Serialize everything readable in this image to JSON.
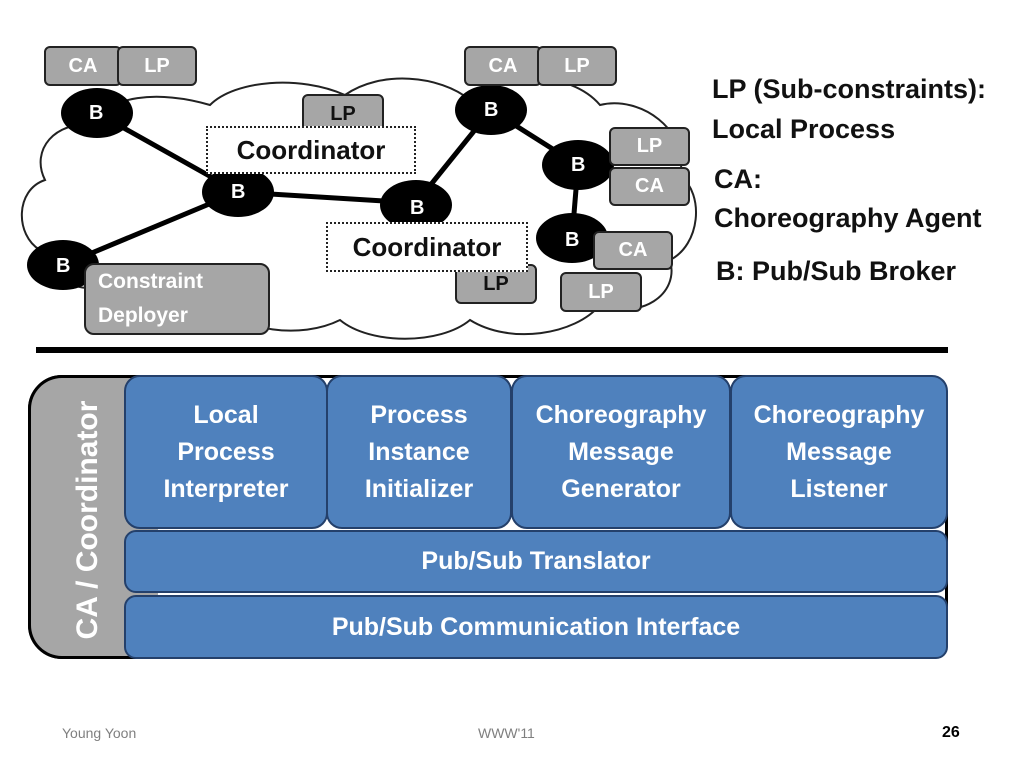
{
  "legend": {
    "lp_title": "LP (Sub-constraints):",
    "lp_desc": "Local Process",
    "ca_title": "CA:",
    "ca_desc": "Choreography Agent",
    "b_desc": "B: Pub/Sub Broker"
  },
  "network": {
    "broker_label": "B",
    "ca_label": "CA",
    "lp_label": "LP",
    "coordinator_label": "Coordinator",
    "constraint_deployer_label": "Constraint\nDeployer"
  },
  "architecture": {
    "side_label": "CA / Coordinator",
    "components": [
      "Local\nProcess\nInterpreter",
      "Process\nInstance\nInitializer",
      "Choreography\nMessage\nGenerator",
      "Choreography\nMessage\nListener"
    ],
    "translator": "Pub/Sub Translator",
    "comm_interface": "Pub/Sub Communication Interface"
  },
  "footer": {
    "author": "Young Yoon",
    "venue": "WWW'11",
    "page": "26"
  },
  "colors": {
    "block_blue": "#4f81bd",
    "tag_gray": "#a6a6a6",
    "broker_black": "#000000"
  }
}
